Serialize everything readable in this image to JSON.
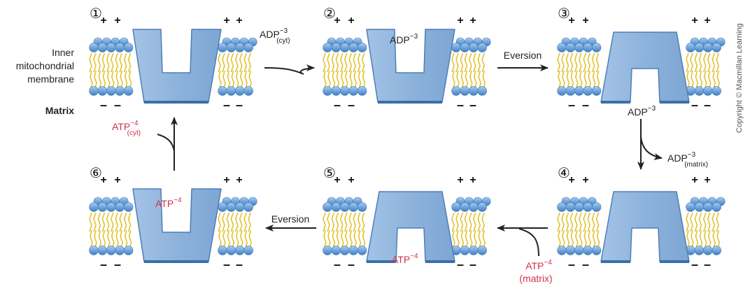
{
  "membrane_label": [
    "Inner",
    "mitochondrial",
    "membrane"
  ],
  "matrix_label": "Matrix",
  "copyright": "Copyright © Macmillan Learning",
  "plus_sign": "+",
  "minus_sign": "–",
  "colors": {
    "protein": "#8fb4dc",
    "protein_edge": "#4d7fb8",
    "head": "#5b9ad8",
    "tail": "#e2c230",
    "red_text": "#d2304c",
    "text": "#222222"
  },
  "panels": [
    {
      "number": "①",
      "shape": "open-cytosol"
    },
    {
      "number": "②",
      "shape": "open-cytosol"
    },
    {
      "number": "③",
      "shape": "open-matrix"
    },
    {
      "number": "④",
      "shape": "open-matrix"
    },
    {
      "number": "⑤",
      "shape": "open-matrix"
    },
    {
      "number": "⑥",
      "shape": "open-cytosol"
    }
  ],
  "labels": {
    "p2_adp": {
      "main": "ADP",
      "sup": "−3"
    },
    "p3_adp": {
      "main": "ADP",
      "sup": "−3"
    },
    "p5_atp": {
      "main": "ATP",
      "sup": "−4"
    },
    "p6_atp": {
      "main": "ATP",
      "sup": "−4"
    }
  },
  "arrows": {
    "a12": {
      "main": "ADP",
      "sup": "−3",
      "sub": "(cyt)"
    },
    "a23": {
      "text": "Eversion"
    },
    "a34": {
      "main": "ADP",
      "sup": "−3",
      "sub": "(matrix)"
    },
    "a45": {
      "lines": [
        "ATP",
        "(matrix)"
      ],
      "sup": "−4"
    },
    "a56": {
      "text": "Eversion"
    },
    "a61": {
      "main": "ATP",
      "sup": "−4",
      "sub": "(cyt)"
    }
  }
}
